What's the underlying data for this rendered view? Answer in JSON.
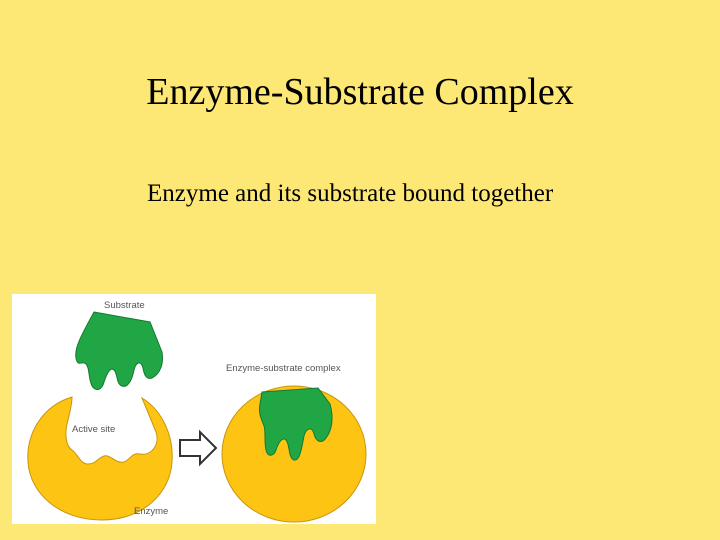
{
  "slide": {
    "title": "Enzyme-Substrate Complex",
    "subtitle": "Enzyme and its substrate bound together"
  },
  "diagram": {
    "labels": {
      "substrate": "Substrate",
      "active_site": "Active site",
      "enzyme": "Enzyme",
      "complex": "Enzyme-substrate complex"
    },
    "colors": {
      "enzyme": "#fdc413",
      "enzyme_outline": "#c8950c",
      "substrate": "#21a646",
      "substrate_outline": "#117a30",
      "panel": "#ffffff",
      "arrow": "#ffffff",
      "arrow_outline": "#333333"
    },
    "icons": [
      "right-arrow-icon"
    ]
  }
}
